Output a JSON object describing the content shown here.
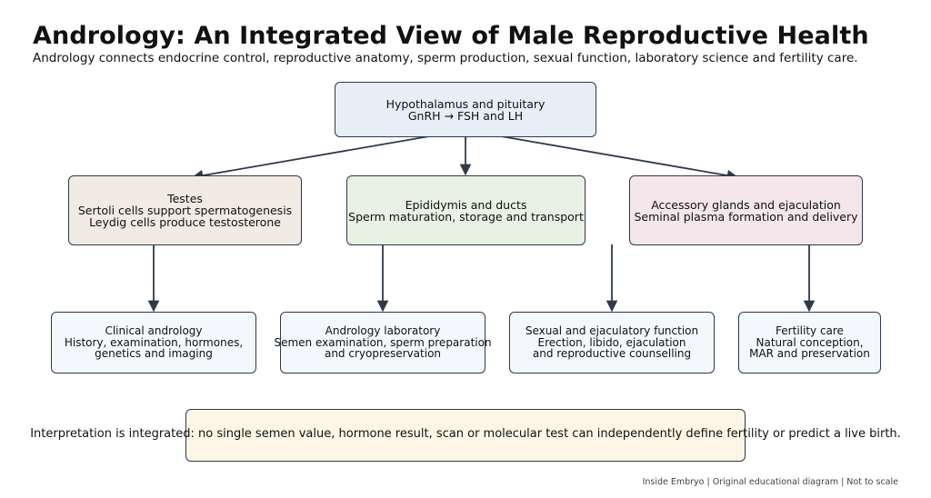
{
  "title": "Andrology: An Integrated View of Male Reproductive Health",
  "subtitle": "Andrology connects endocrine control, reproductive anatomy, sperm production, sexual function, laboratory science and fertility care.",
  "colors": {
    "border": "#2e3a4a",
    "top_box_fill": "#e7eef7",
    "testes_fill": "#f1ebe3",
    "ducts_fill": "#e9f1e2",
    "glands_fill": "#f4e6ea",
    "bottom_fill": "#f4f8fc",
    "note_fill": "#fdf6e6"
  },
  "top": {
    "lines": [
      "Hypothalamus and pituitary",
      "GnRH → FSH and LH"
    ]
  },
  "middle": [
    {
      "lines": [
        "Testes",
        "Sertoli cells support spermatogenesis",
        "Leydig cells produce testosterone"
      ]
    },
    {
      "lines": [
        "Epididymis and ducts",
        "Sperm maturation, storage and transport"
      ]
    },
    {
      "lines": [
        "Accessory glands and ejaculation",
        "Seminal plasma formation and delivery"
      ]
    }
  ],
  "bottom": [
    {
      "lines": [
        "Clinical andrology",
        "History, examination, hormones,",
        "genetics and imaging"
      ]
    },
    {
      "lines": [
        "Andrology laboratory",
        "Semen examination, sperm preparation",
        "and cryopreservation"
      ]
    },
    {
      "lines": [
        "Sexual and ejaculatory function",
        "Erection, libido, ejaculation",
        "and reproductive counselling"
      ]
    },
    {
      "lines": [
        "Fertility care",
        "Natural conception,",
        "MAR and preservation"
      ]
    }
  ],
  "note": "Interpretation is integrated: no single semen value, hormone result, scan or molecular test can independently define fertility or predict a live birth.",
  "footer": "Inside Embryo | Original educational diagram | Not to scale"
}
